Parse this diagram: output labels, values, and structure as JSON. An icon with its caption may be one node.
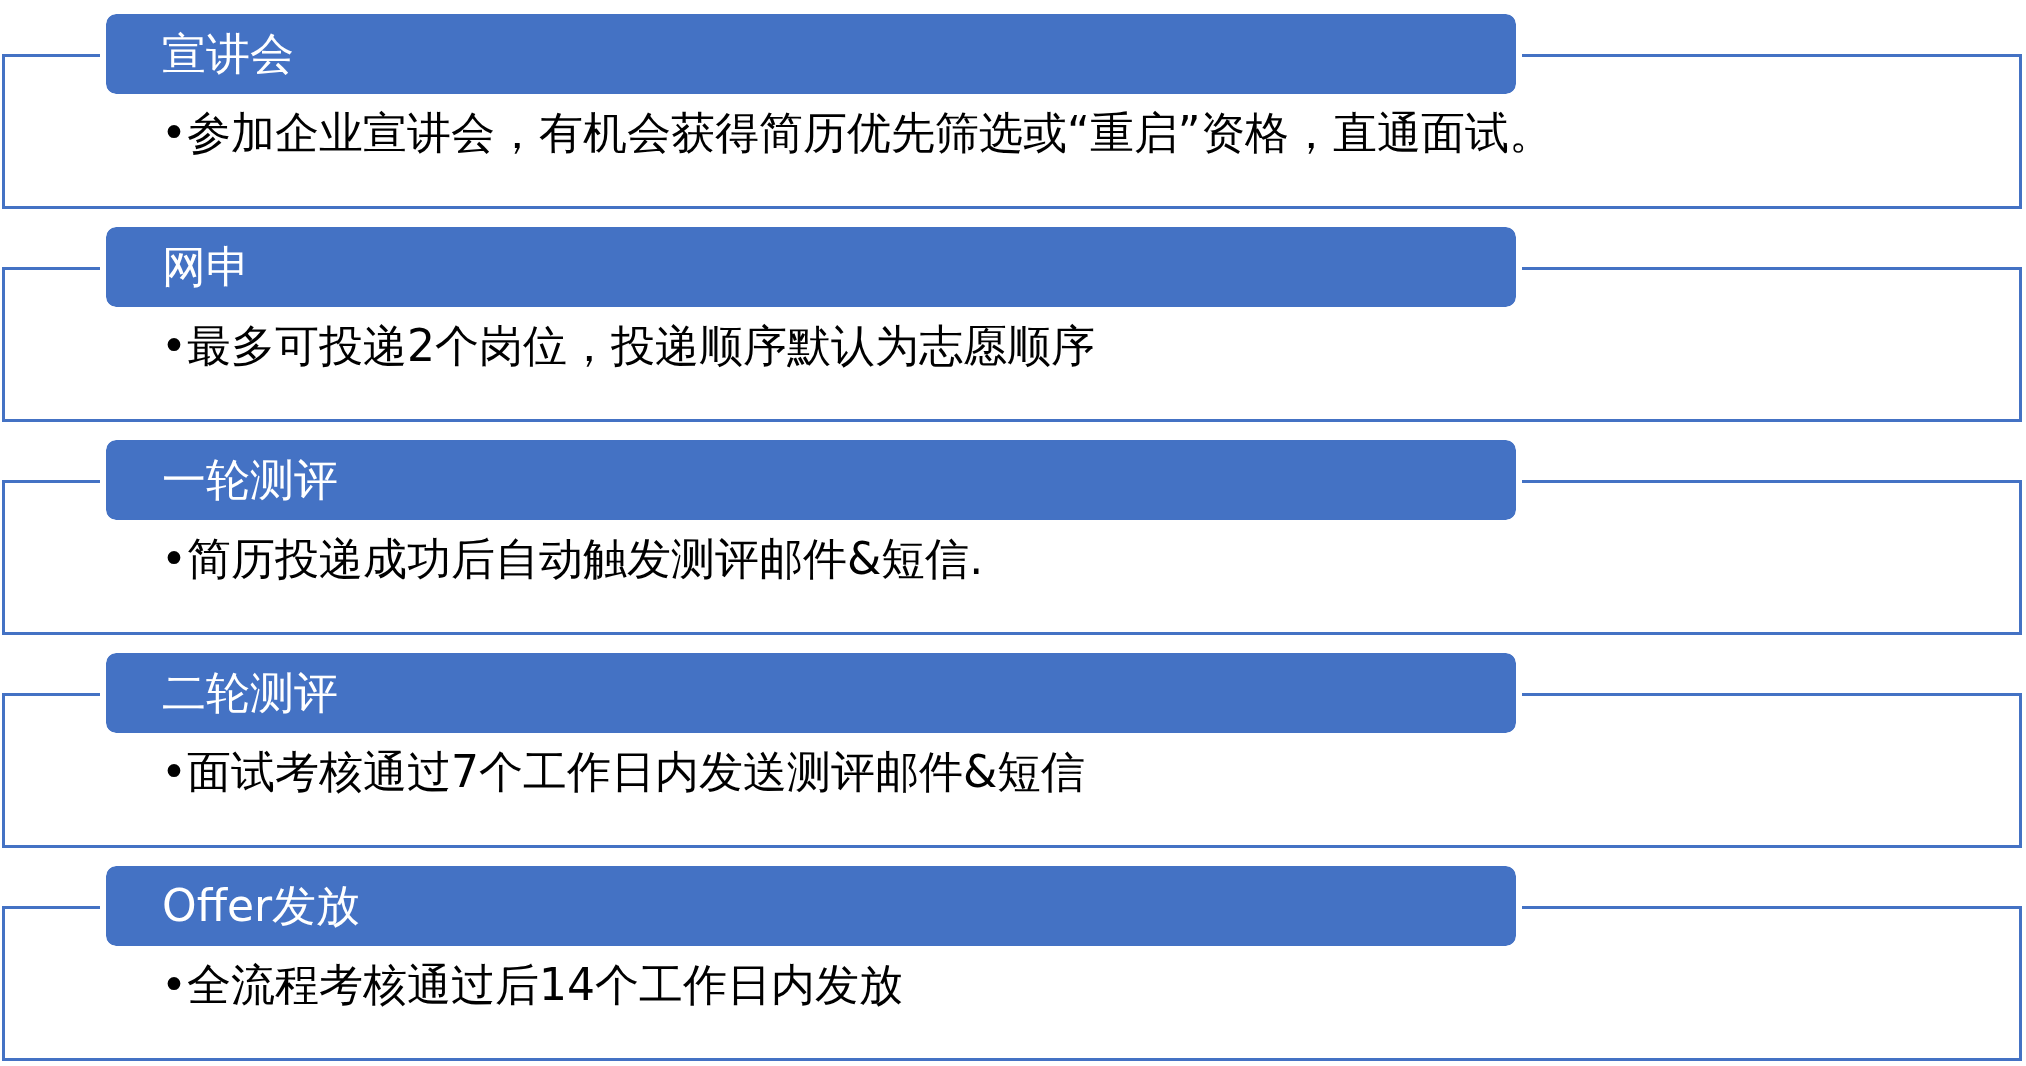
{
  "diagram": {
    "nodes": [
      {
        "text": [
          "宣讲会"
        ]
      },
      {
        "text": [
          "•参加企业宣讲会，有机会获得简历优先筛选或“重启”资格，直通面试。"
        ]
      },
      {
        "text": [
          "网申"
        ]
      },
      {
        "text": [
          "•最多可投递2个岗位，投递顺序默认为志愿顺序"
        ]
      },
      {
        "text": [
          "一轮测评"
        ]
      },
      {
        "text": [
          "•简历投递成功后自动触发测评邮件&短信."
        ]
      },
      {
        "text": [
          "二轮测评"
        ]
      },
      {
        "text": [
          "•面试考核通过7个工作日内发送测评邮件&短信"
        ]
      },
      {
        "text": [
          "Offer发放"
        ]
      },
      {
        "text": [
          "•全流程考核通过后14个工作日内发放"
        ]
      }
    ]
  }
}
